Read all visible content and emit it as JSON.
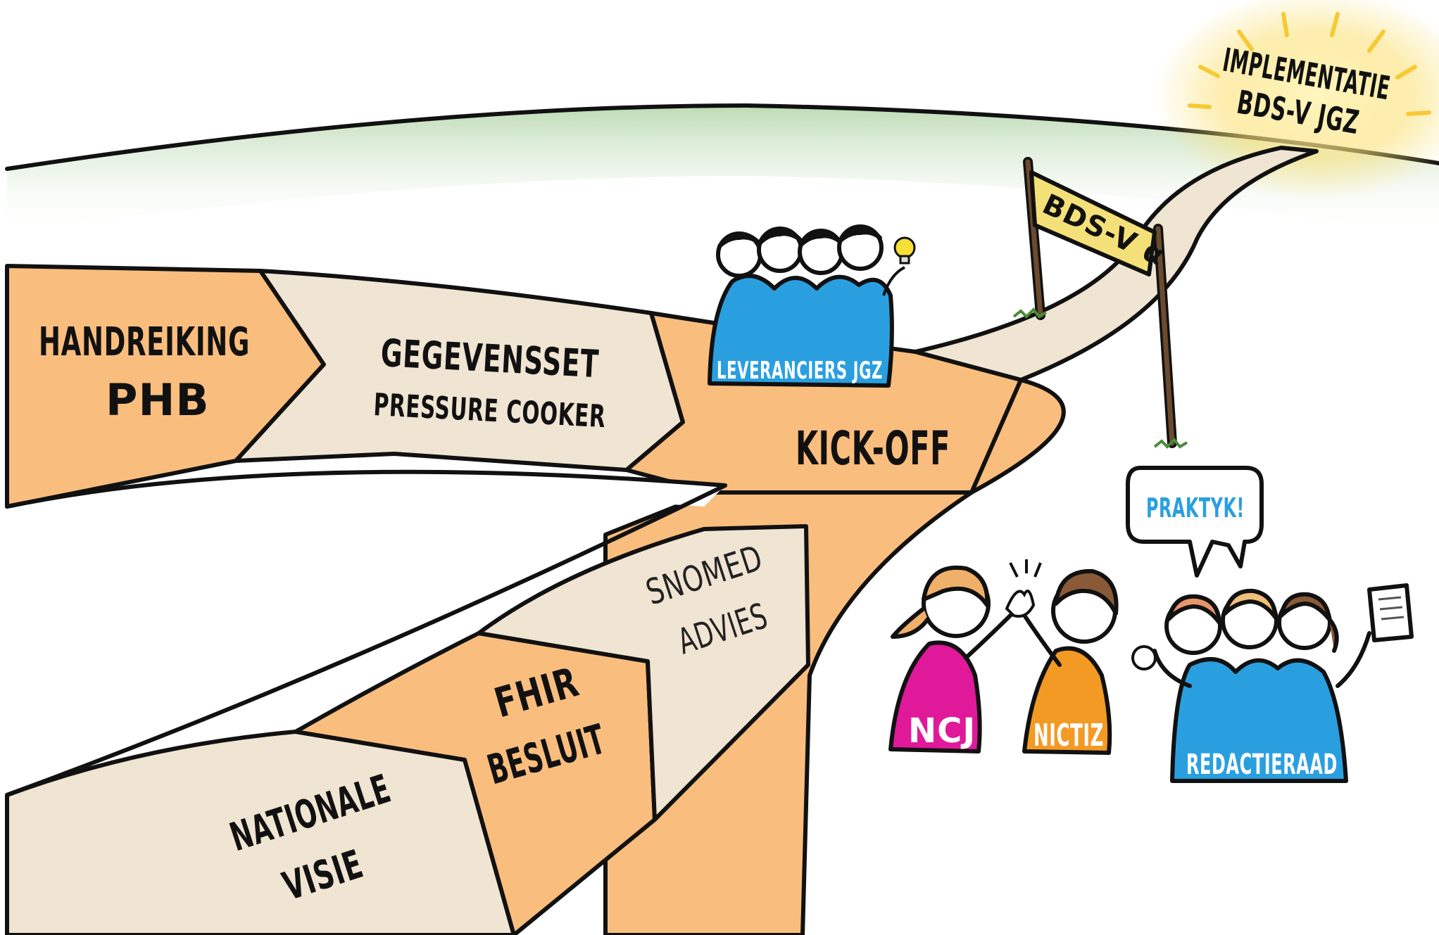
{
  "milestones": {
    "handreiking": {
      "line1": "HANDREIKING",
      "line2": "PHB"
    },
    "gegevensset": {
      "line1": "GEGEVENSSET",
      "line2": "PRESSURE COOKER"
    },
    "kickoff": {
      "line1": "KICK-OFF"
    },
    "snomed": {
      "line1": "SNOMED",
      "line2": "ADVIES"
    },
    "fhir": {
      "line1": "FHIR",
      "line2": "BESLUIT"
    },
    "nationale": {
      "line1": "NATIONALE",
      "line2": "VISIE"
    }
  },
  "goal": {
    "line1": "IMPLEMENTATIE",
    "line2": "BDS-V JGZ"
  },
  "banner": {
    "label": "BDS-V α"
  },
  "groups": {
    "leveranciers": "LEVERANCIERS JGZ",
    "ncj": "NCJ",
    "nictiz": "NICTIZ",
    "redactieraad": "REDACTIERAAD"
  },
  "speech": {
    "text": "PRAKTYK!"
  },
  "colors": {
    "orange": "#f9bd7e",
    "beige": "#f0e4d2",
    "horizon_green": "#cfe5c8",
    "blue": "#2a9fe0",
    "magenta": "#e0199a",
    "orange_shirt": "#f39a24",
    "sun_yellow": "#f7c932"
  }
}
